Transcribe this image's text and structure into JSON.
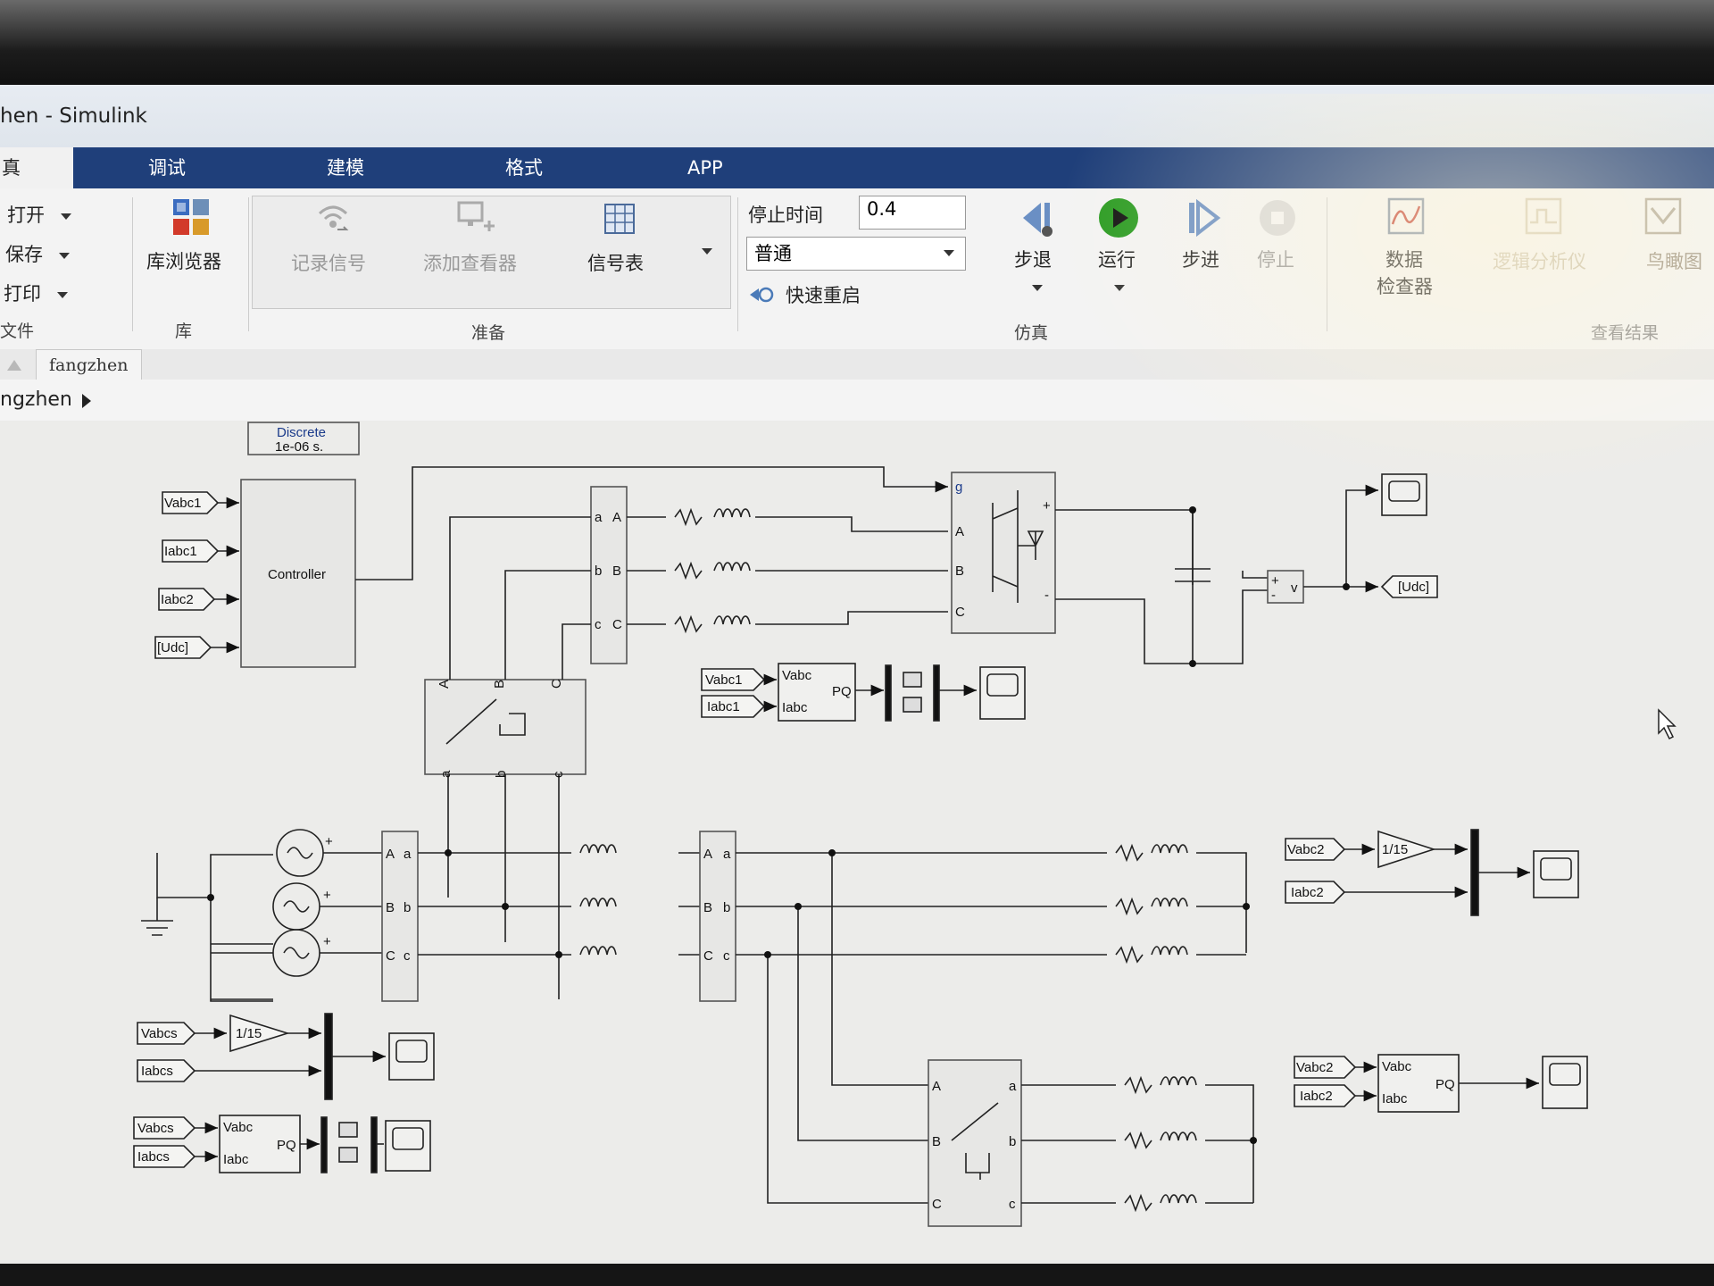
{
  "window": {
    "title": "hen - Simulink"
  },
  "tabs": [
    {
      "label": "真",
      "active": true
    },
    {
      "label": "调试"
    },
    {
      "label": "建模"
    },
    {
      "label": "格式"
    },
    {
      "label": "APP"
    }
  ],
  "ribbon": {
    "file": {
      "open": "打开",
      "save": "保存",
      "print": "打印",
      "group": "文件"
    },
    "library": {
      "browser": "库浏览器",
      "group": "库"
    },
    "prepare": {
      "log_signals": "记录信号",
      "add_viewer": "添加查看器",
      "signal_table": "信号表",
      "group": "准备"
    },
    "simulate": {
      "stop_time_label": "停止时间",
      "stop_time_value": "0.4",
      "mode": "普通",
      "fast_restart": "快速重启",
      "step_back": "步退",
      "run": "运行",
      "step_forward": "步进",
      "stop": "停止",
      "group": "仿真"
    },
    "results": {
      "data_inspector_1": "数据",
      "data_inspector_2": "检查器",
      "logic_analyzer": "逻辑分析仪",
      "birdseye": "鸟瞰图",
      "group": "查看结果"
    }
  },
  "breadcrumb": {
    "tab": "fangzhen"
  },
  "path": {
    "model": "ngzhen"
  },
  "diagram": {
    "powergui": {
      "line1": "Discrete",
      "line2": "1e-06 s."
    },
    "controller": "Controller",
    "goto_tags": {
      "vabc1": "Vabc1",
      "iabc1": "Iabc1",
      "iabc2": "Iabc2",
      "udc": "[Udc]",
      "vabc1_b": "Vabc1",
      "iabc1_b": "Iabc1",
      "vabc2": "Vabc2",
      "iabc2_b": "Iabc2",
      "vabcs": "Vabcs",
      "iabcs": "Iabcs",
      "vabcs_b": "Vabcs",
      "iabcs_b": "Iabcs",
      "vabc2_b": "Vabc2",
      "iabc2_c": "Iabc2",
      "udc_out": "[Udc]"
    },
    "gain1": "1/15",
    "gain2": "1/15",
    "pq": {
      "v": "Vabc",
      "i": "Iabc",
      "out": "PQ"
    },
    "vm": {
      "plus": "+",
      "minus": "-",
      "v": "v"
    },
    "bridge_ports": {
      "g": "g",
      "A": "A",
      "B": "B",
      "C": "C",
      "plus": "+",
      "minus": "-"
    },
    "meas_ports": {
      "A": "A",
      "B": "B",
      "C": "C",
      "a": "a",
      "b": "b",
      "c": "c"
    }
  },
  "colors": {
    "tab_bar": "#1f3f7a",
    "canvas": "#ececea",
    "run_green": "#2a9b22"
  }
}
